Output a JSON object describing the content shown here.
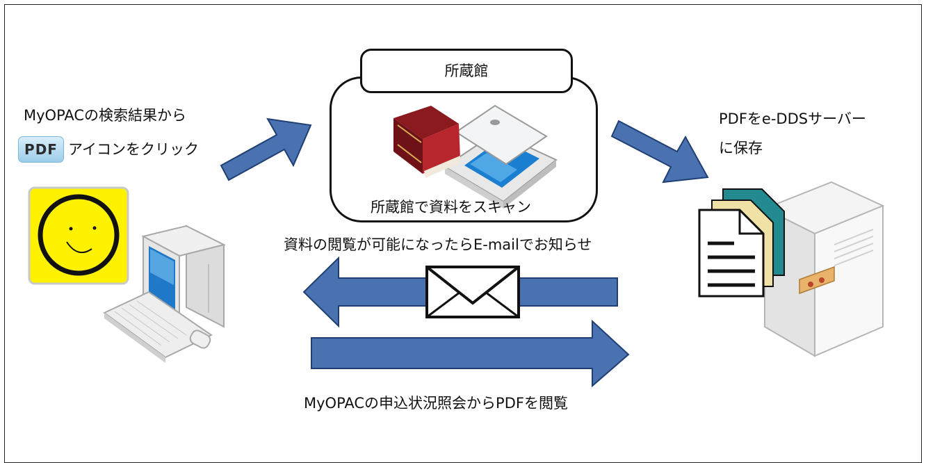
{
  "library": {
    "title": "所蔵館",
    "scan_caption": "所蔵館で資料をスキャン"
  },
  "steps": {
    "search_line1": "MyOPACの検索結果から",
    "search_line2": "アイコンをクリック",
    "pdf_icon_label": "PDF",
    "save_line1": "PDFをe-DDSサーバー",
    "save_line2": "に保存",
    "notify": "資料の閲覧が可能になったらE-mailでお知らせ",
    "view": "MyOPACの申込状況照会からPDFを閲覧"
  },
  "colors": {
    "arrow": "#4a72b0",
    "arrow_border": "#1f3f73",
    "smiley_bg": "#fff200"
  },
  "icons": [
    "pdf-icon",
    "smiley-icon",
    "computer-icon",
    "book-icon",
    "scanner-icon",
    "envelope-icon",
    "document-stack-icon",
    "server-icon"
  ]
}
